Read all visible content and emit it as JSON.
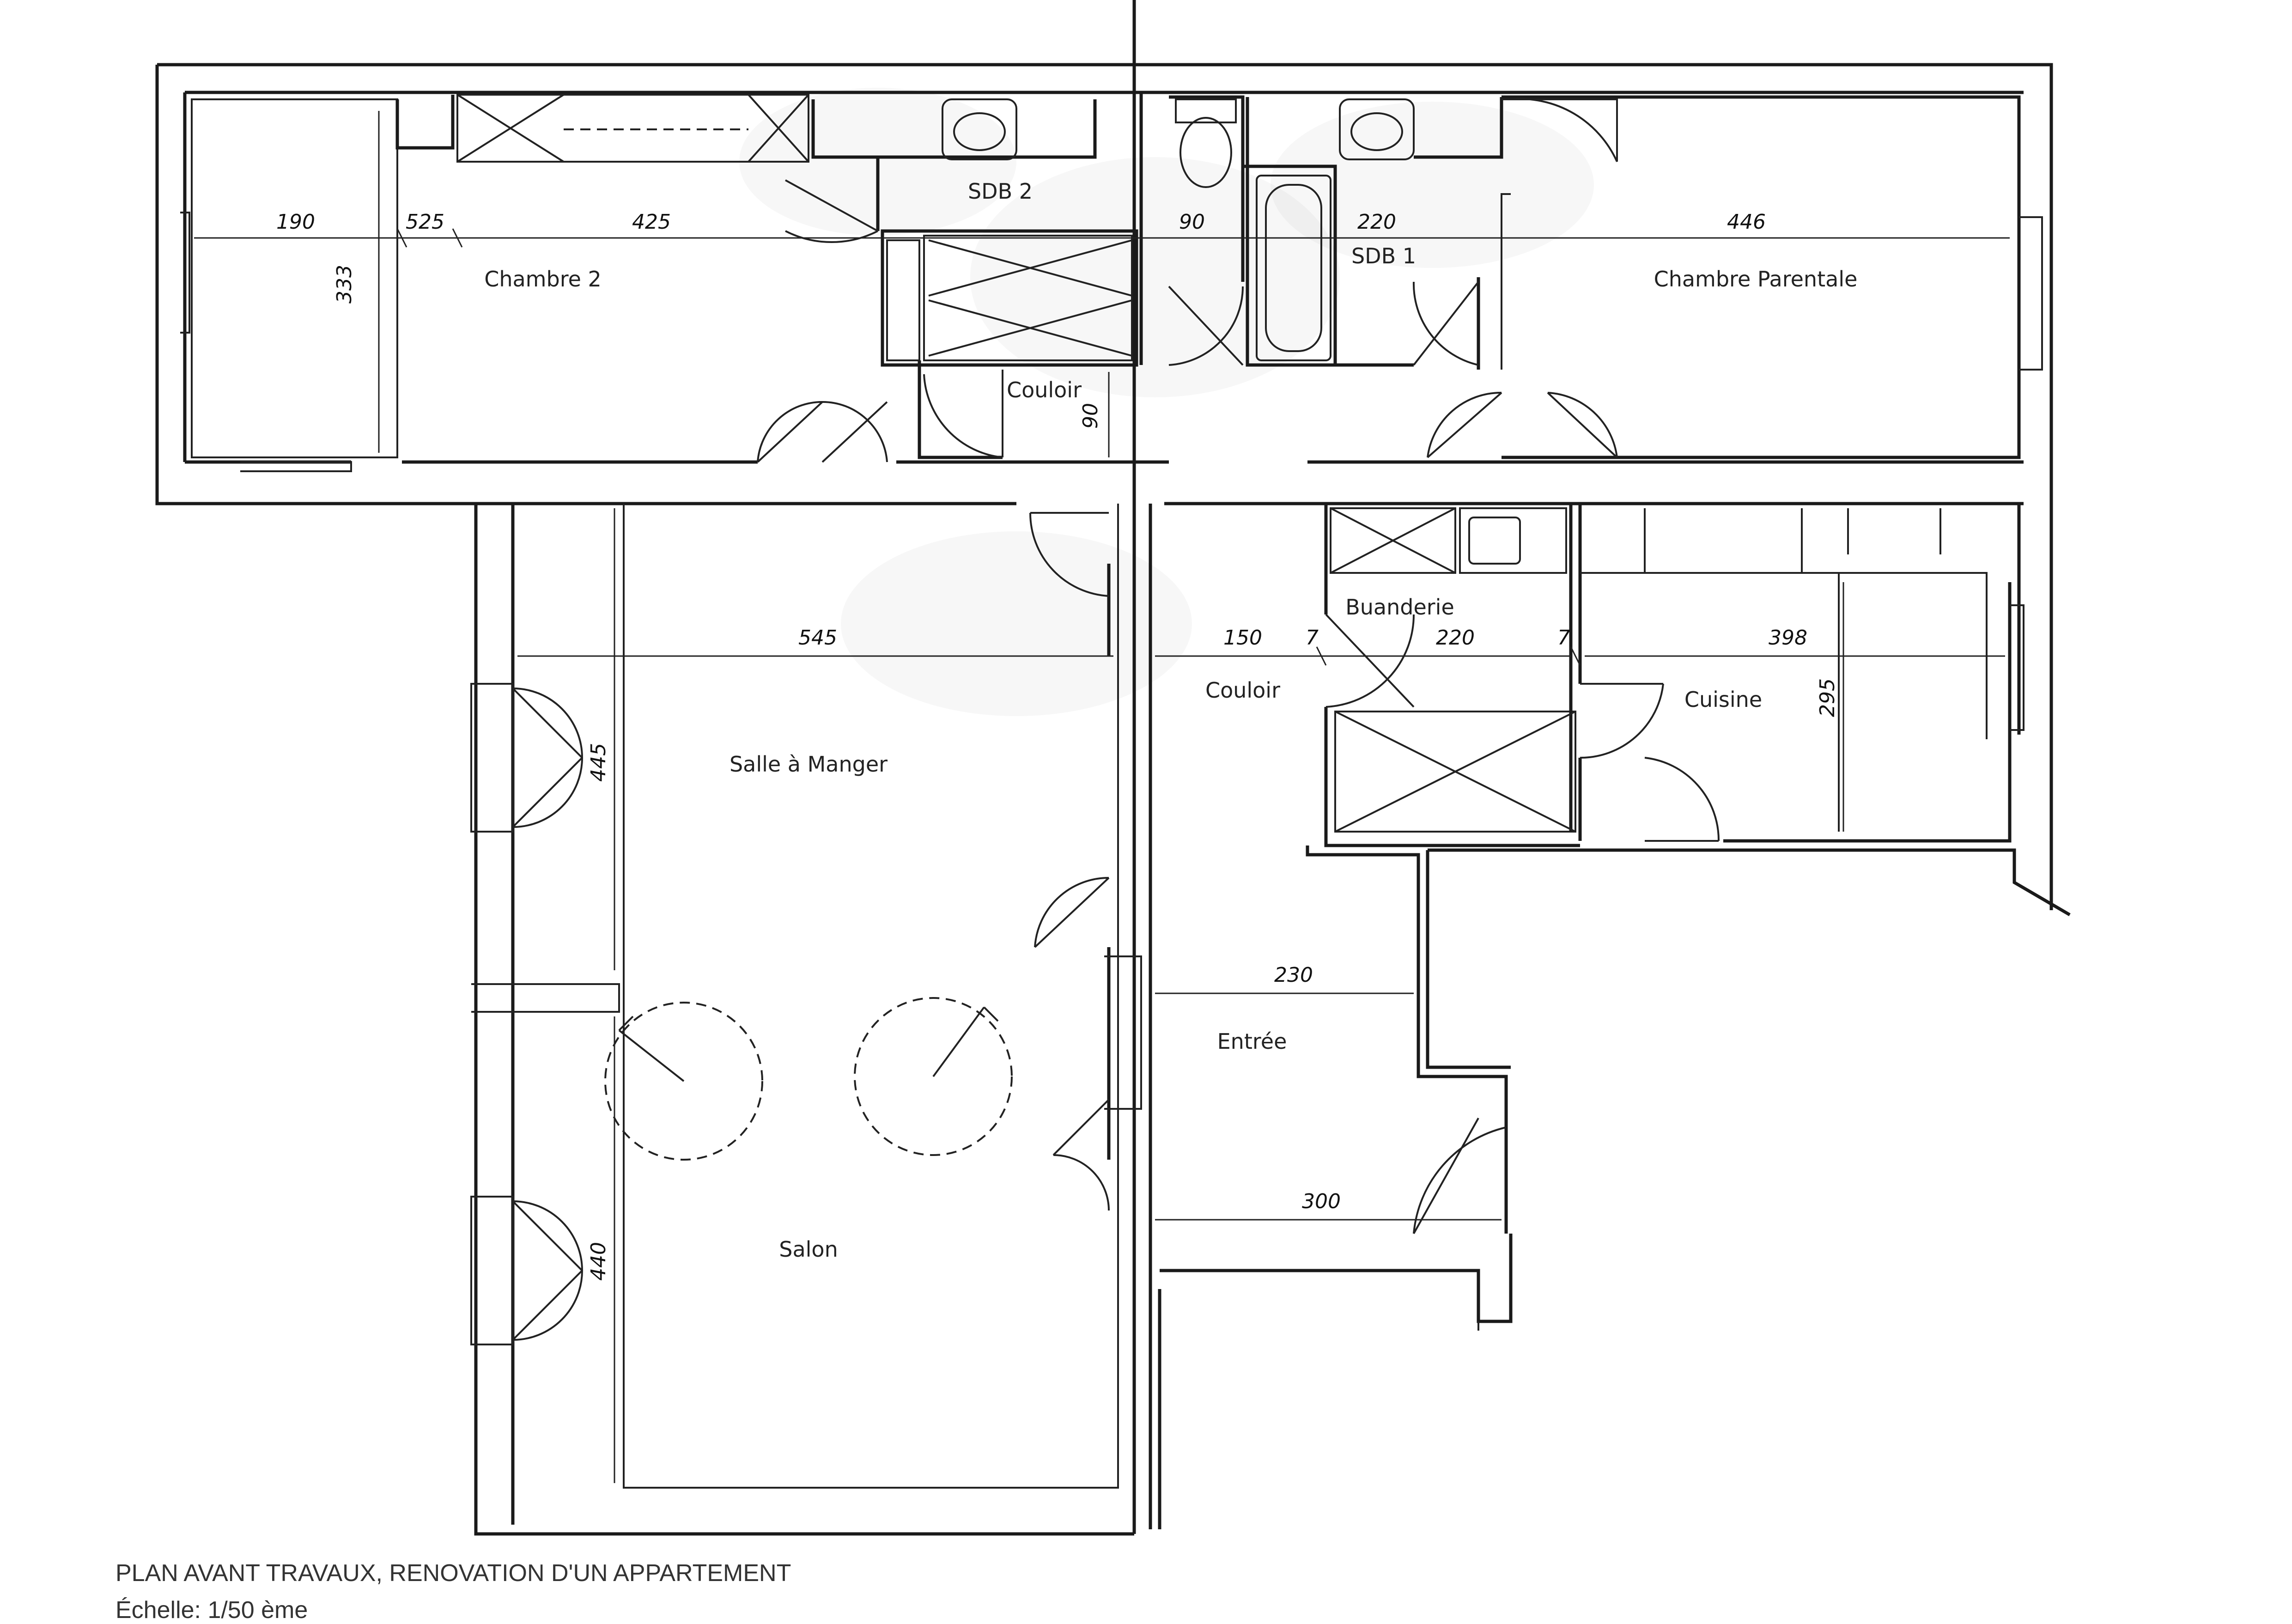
{
  "caption": {
    "title": "PLAN AVANT TRAVAUX, RENOVATION D'UN APPARTEMENT",
    "scale": "Échelle: 1/50 ème"
  },
  "rooms": {
    "chambre_2": "Chambre 2",
    "sdb_2": "SDB 2",
    "couloir_nord": "Couloir",
    "sdb_1": "SDB 1",
    "chambre_parentale": "Chambre Parentale",
    "buanderie": "Buanderie",
    "couloir_centre": "Couloir",
    "cuisine": "Cuisine",
    "salle_a_manger": "Salle à Manger",
    "salon": "Salon",
    "entree": "Entrée"
  },
  "dimensions": {
    "d190": "190",
    "d525": "525",
    "d425": "425",
    "d333": "333",
    "d90a": "90",
    "d220a": "220",
    "d446": "446",
    "d90b": "90",
    "d545": "545",
    "d150": "150",
    "d7a": "7",
    "d220b": "220",
    "d7b": "7",
    "d398": "398",
    "d295": "295",
    "d445": "445",
    "d440": "440",
    "d230": "230",
    "d300": "300"
  }
}
